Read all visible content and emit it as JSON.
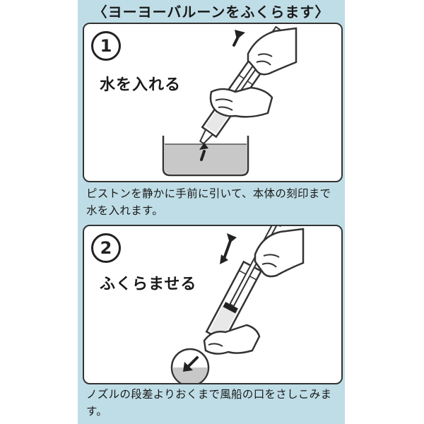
{
  "title": "〈ヨーヨーバルーンをふくらます〉",
  "steps": [
    {
      "number": "1",
      "label": "水を入れる",
      "description": "ピストンを静かに手前に引いて、本体の刻印まで水を入れます。"
    },
    {
      "number": "2",
      "label": "ふくらませる",
      "description": "ノズルの段差よりおくまで風船の口をさしこみます。"
    }
  ],
  "colors": {
    "background": "#bfdde6",
    "panel": "#ffffff",
    "outline": "#333333",
    "water": "#c8c8c8"
  },
  "icons": [
    "up-arrow-icon",
    "double-arrow-icon",
    "down-arrow-icon"
  ]
}
